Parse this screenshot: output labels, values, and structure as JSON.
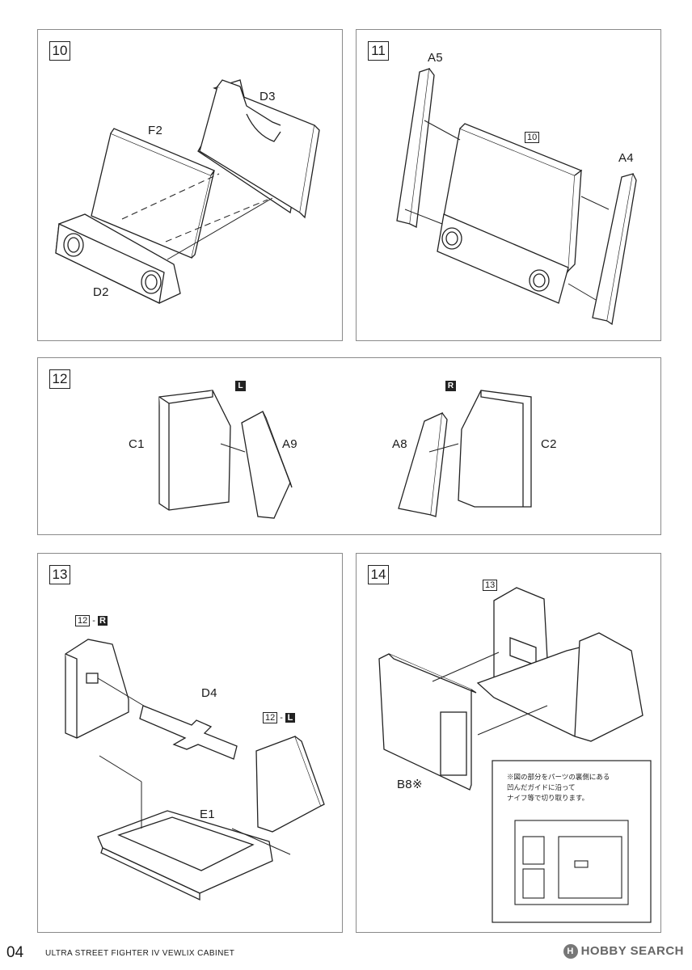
{
  "steps": [
    {
      "number": "10",
      "parts": [
        "F2",
        "D3",
        "D2"
      ]
    },
    {
      "number": "11",
      "parts": [
        "A5",
        "A4"
      ],
      "ref": "10"
    },
    {
      "number": "12",
      "parts": [
        "C1",
        "A9",
        "A8",
        "C2"
      ],
      "left_tag": "L",
      "right_tag": "R"
    },
    {
      "number": "13",
      "parts": [
        "D4",
        "E1"
      ],
      "ref_right": {
        "step": "12",
        "side": "R"
      },
      "ref_left": {
        "step": "12",
        "side": "L"
      }
    },
    {
      "number": "14",
      "parts": [
        "B8※"
      ],
      "ref": "13"
    }
  ],
  "note": {
    "line1": "※図の部分をパーツの裏側にある",
    "line2": "凹んだガイドに沿って",
    "line3": "ナイフ等で切り取ります。"
  },
  "footer": {
    "page_number": "04",
    "title": "ULTRA STREET FIGHTER IV VEWLIX CABINET",
    "brand": "HOBBY SEARCH"
  }
}
